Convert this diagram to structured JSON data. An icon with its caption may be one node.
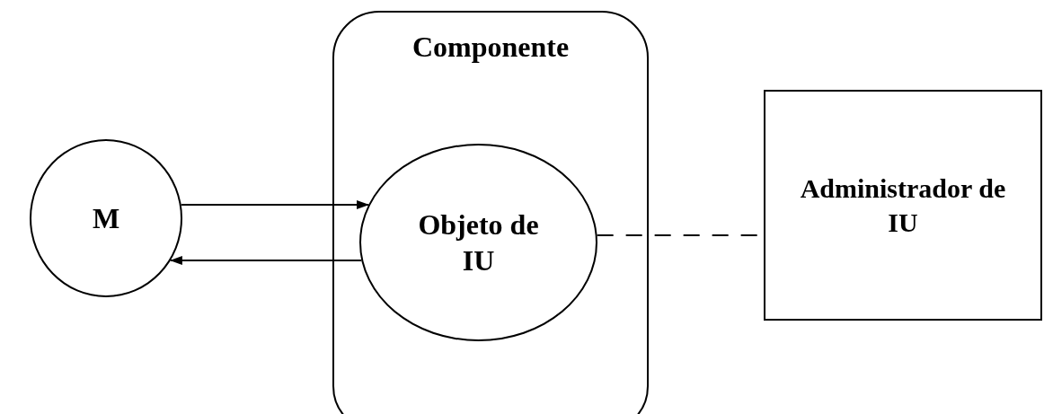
{
  "diagram": {
    "nodes": [
      {
        "text": [
          "M"
        ]
      },
      {
        "text": [
          "Componente"
        ]
      },
      {
        "text": [
          "Objeto de IU"
        ],
        "in": 1
      },
      {
        "text": [
          "Administrador de IU"
        ]
      }
    ],
    "edges": [
      {
        "from": 0,
        "to": 2,
        "arrow": "to"
      },
      {
        "from": 2,
        "to": 0,
        "arrow": "to"
      },
      {
        "from": 2,
        "to": 3,
        "arrow": "none",
        "style": "dashed"
      }
    ]
  }
}
